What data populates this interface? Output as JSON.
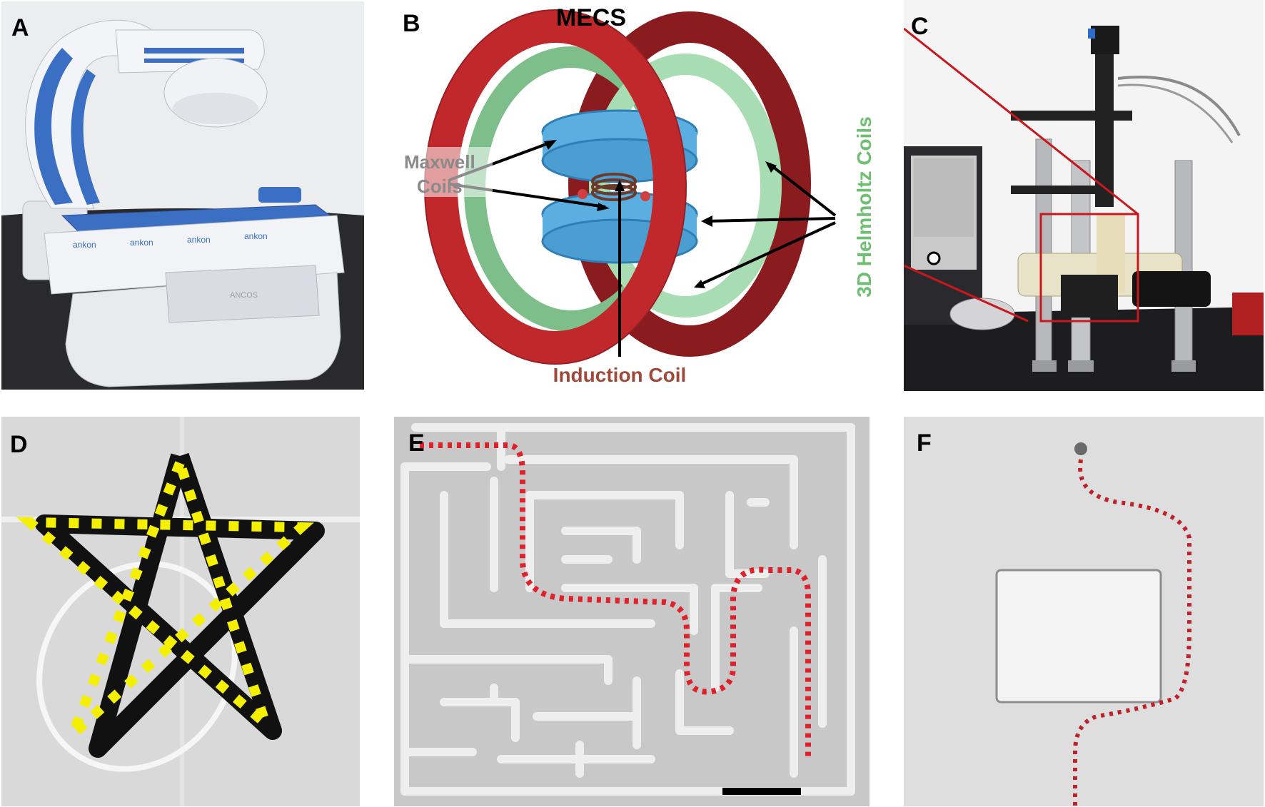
{
  "panels": {
    "A": {
      "label": "A",
      "brand": "ankon",
      "model": "ANCOS"
    },
    "B": {
      "label": "B",
      "title": "MECS",
      "maxwell": "Maxwell Coils",
      "maxwell_line1": "Maxwell",
      "maxwell_line2": "Coils",
      "helmholtz": "3D Helmholtz Coils",
      "induction": "Induction Coil"
    },
    "C": {
      "label": "C"
    },
    "D": {
      "label": "D"
    },
    "E": {
      "label": "E"
    },
    "F": {
      "label": "F"
    }
  },
  "colors": {
    "blue": "#3b6fc4",
    "red_coil": "#c0282c",
    "green_coil": "#8ccf9a",
    "cyan_coil": "#5aaee0",
    "helmholtz_text": "#6fbf73",
    "induction_text": "#a0493a",
    "yellow_path": "#f4f000",
    "red_path": "#e0202a"
  }
}
